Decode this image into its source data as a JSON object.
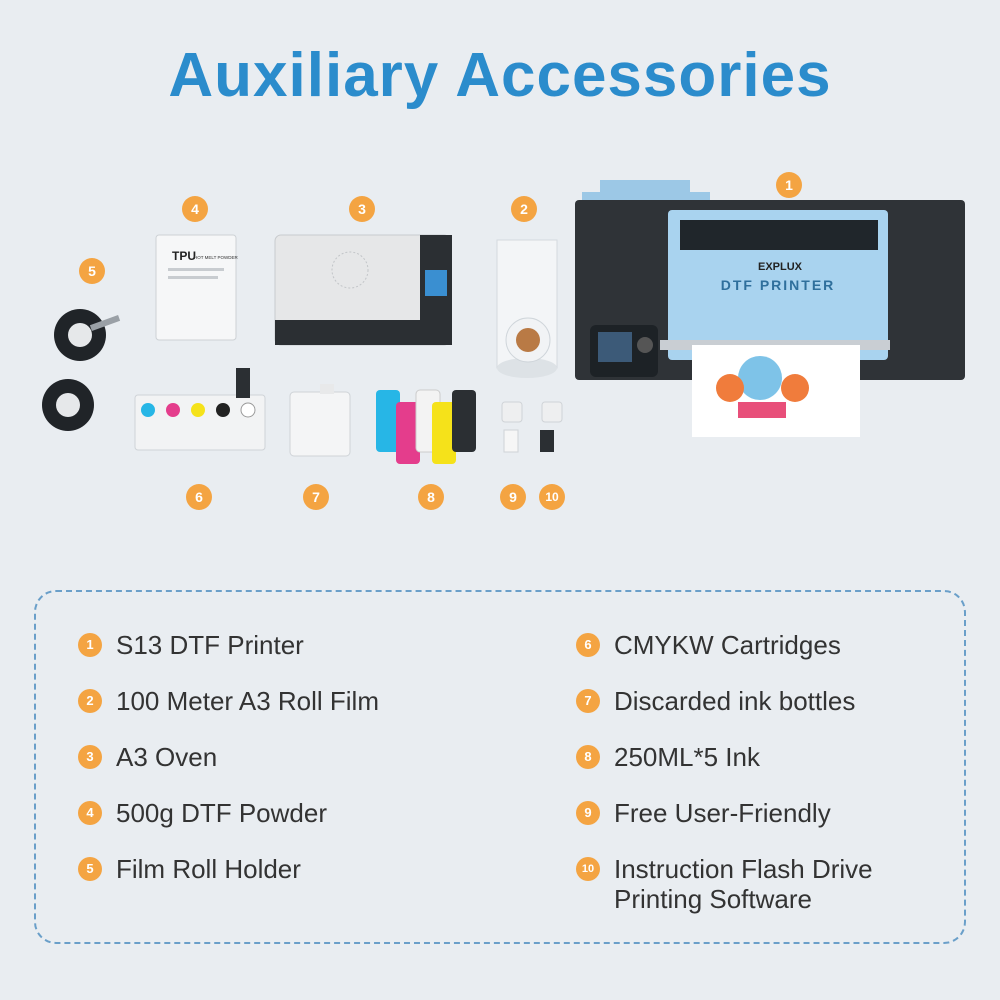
{
  "title": "Auxiliary Accessories",
  "brand": "EXPLUX",
  "printer_label": "DTF PRINTER",
  "powder_bag": {
    "title": "TPU",
    "subtitle": "HOT MELT POWDER"
  },
  "cartridge_letters": [
    "C",
    "M",
    "Y",
    "K",
    "W"
  ],
  "product_badges": [
    "1",
    "2",
    "3",
    "4",
    "5",
    "6",
    "7",
    "8",
    "9",
    "10"
  ],
  "items_left": [
    {
      "num": "1",
      "label": "S13 DTF Printer"
    },
    {
      "num": "2",
      "label": "100 Meter A3 Roll Film"
    },
    {
      "num": "3",
      "label": "A3 Oven"
    },
    {
      "num": "4",
      "label": "500g DTF Powder"
    },
    {
      "num": "5",
      "label": "Film Roll Holder"
    }
  ],
  "items_right": [
    {
      "num": "6",
      "label": "CMYKW Cartridges"
    },
    {
      "num": "7",
      "label": "Discarded ink bottles"
    },
    {
      "num": "8",
      "label": "250ML*5 Ink"
    },
    {
      "num": "9",
      "label": "Free User-Friendly"
    },
    {
      "num": "10",
      "label": "Instruction Flash Drive",
      "label2": "Printing Software"
    }
  ],
  "colors": {
    "accent": "#f4a442",
    "title": "#2b8ccc",
    "border": "#6a9fc9",
    "background": "#e9edf1"
  }
}
